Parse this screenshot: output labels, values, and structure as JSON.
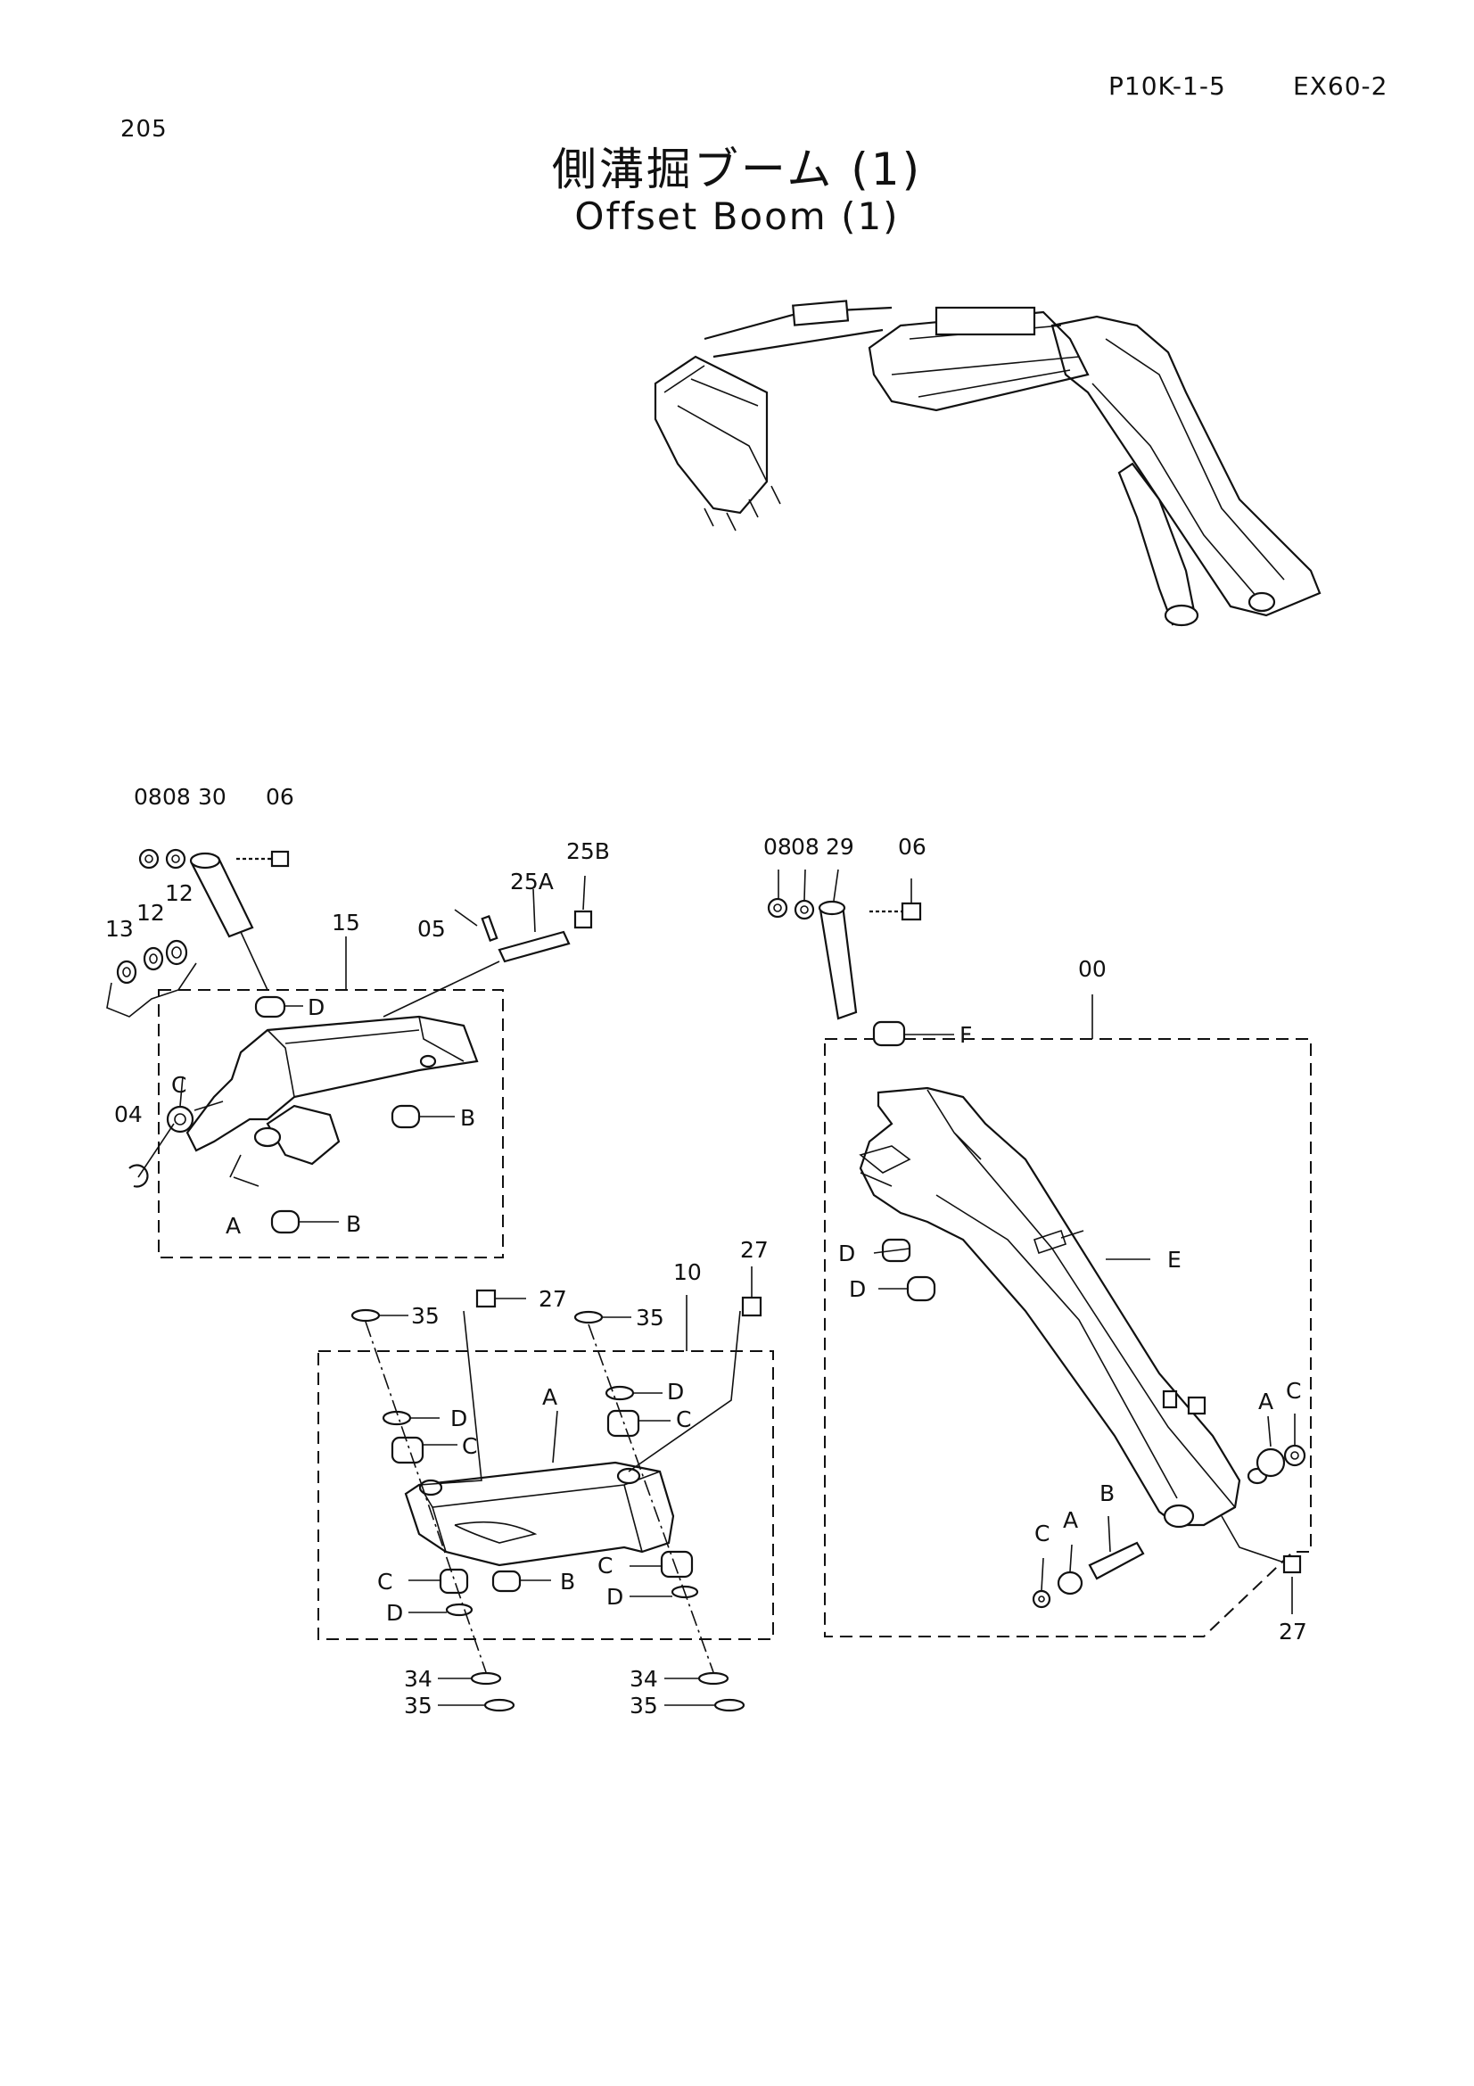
{
  "header": {
    "page_code": "P10K-1-5",
    "model": "EX60-2",
    "page_number": "205"
  },
  "title": {
    "japanese": "側溝掘ブーム (1)",
    "english": "Offset Boom (1)"
  },
  "callouts": {
    "left_assembly": {
      "group": "15",
      "top": [
        "08",
        "08",
        "30",
        "06"
      ],
      "pin_parts": [
        "05",
        "25A",
        "25B"
      ],
      "washers": [
        "13",
        "12",
        "12"
      ],
      "ring": "04",
      "letters": [
        "D",
        "C",
        "B",
        "B",
        "A"
      ]
    },
    "middle_assembly": {
      "group": "10",
      "grease": [
        "27",
        "27"
      ],
      "washers_top": [
        "35",
        "35"
      ],
      "letters": [
        "D",
        "C",
        "D",
        "C",
        "A",
        "B",
        "C",
        "D",
        "C",
        "D"
      ],
      "bottom": [
        "34",
        "35",
        "34",
        "35"
      ]
    },
    "right_assembly": {
      "group": "00",
      "top": [
        "08",
        "08",
        "29",
        "06"
      ],
      "grease": "27",
      "letters": [
        "F",
        "D",
        "D",
        "E",
        "A",
        "C",
        "C",
        "A",
        "B"
      ]
    }
  }
}
